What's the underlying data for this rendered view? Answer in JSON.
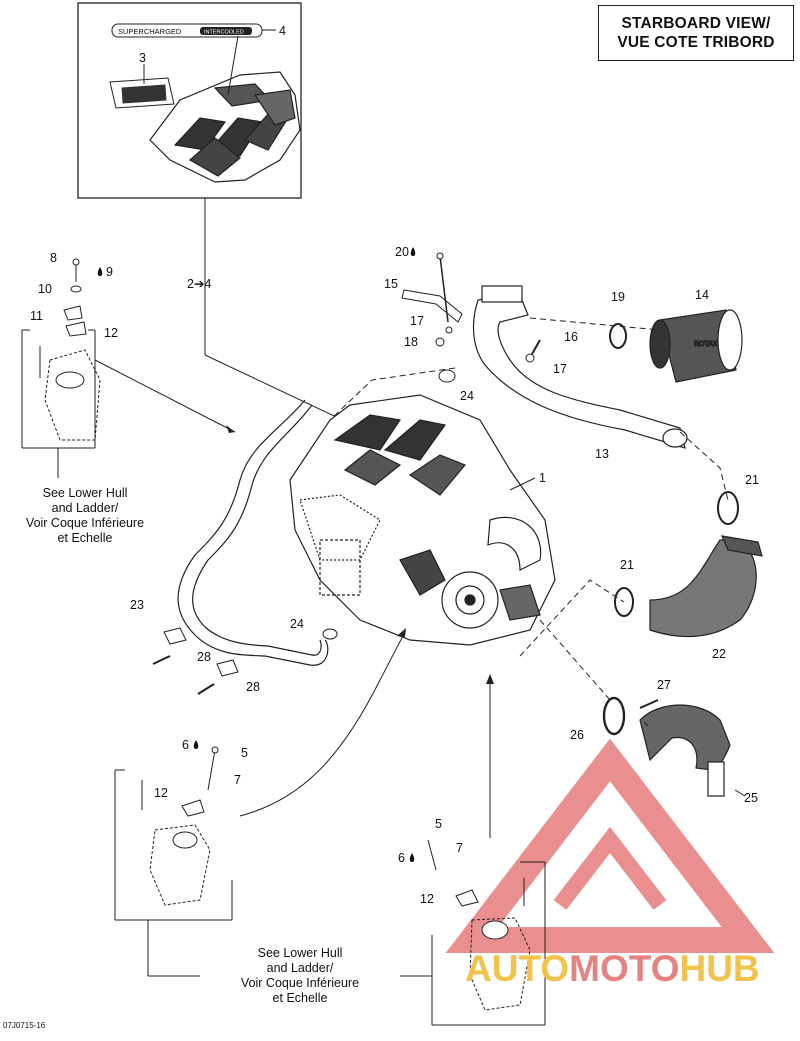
{
  "title": {
    "line1": "STARBOARD VIEW/",
    "line2": "VUE COTE TRIBORD"
  },
  "callouts": [
    "1",
    "2",
    "3",
    "4",
    "5",
    "6",
    "7",
    "8",
    "9",
    "10",
    "11",
    "12",
    "13",
    "14",
    "15",
    "16",
    "17",
    "18",
    "19",
    "20",
    "21",
    "22",
    "23",
    "24",
    "25",
    "26",
    "27",
    "28"
  ],
  "ref_label": "2➔4",
  "notes": {
    "left": [
      "See Lower Hull",
      "and Ladder/",
      "Voir Coque Inférieure",
      "et Echelle"
    ],
    "bottom": [
      "See Lower Hull",
      "and Ladder/",
      "Voir Coque Inférieure",
      "et Echelle"
    ]
  },
  "decals": {
    "supercharged": "SUPERCHARGED",
    "intercooler": "INTERCOOLED",
    "filter_brand": "ROTAX"
  },
  "figure_code": "07J0715-16",
  "watermark": {
    "part_a": "AUTO",
    "part_b": "MOTO",
    "part_c": "HUB",
    "color_a": "#f2c34b",
    "color_b": "#e58383",
    "logo_color": "#e36a6a"
  }
}
